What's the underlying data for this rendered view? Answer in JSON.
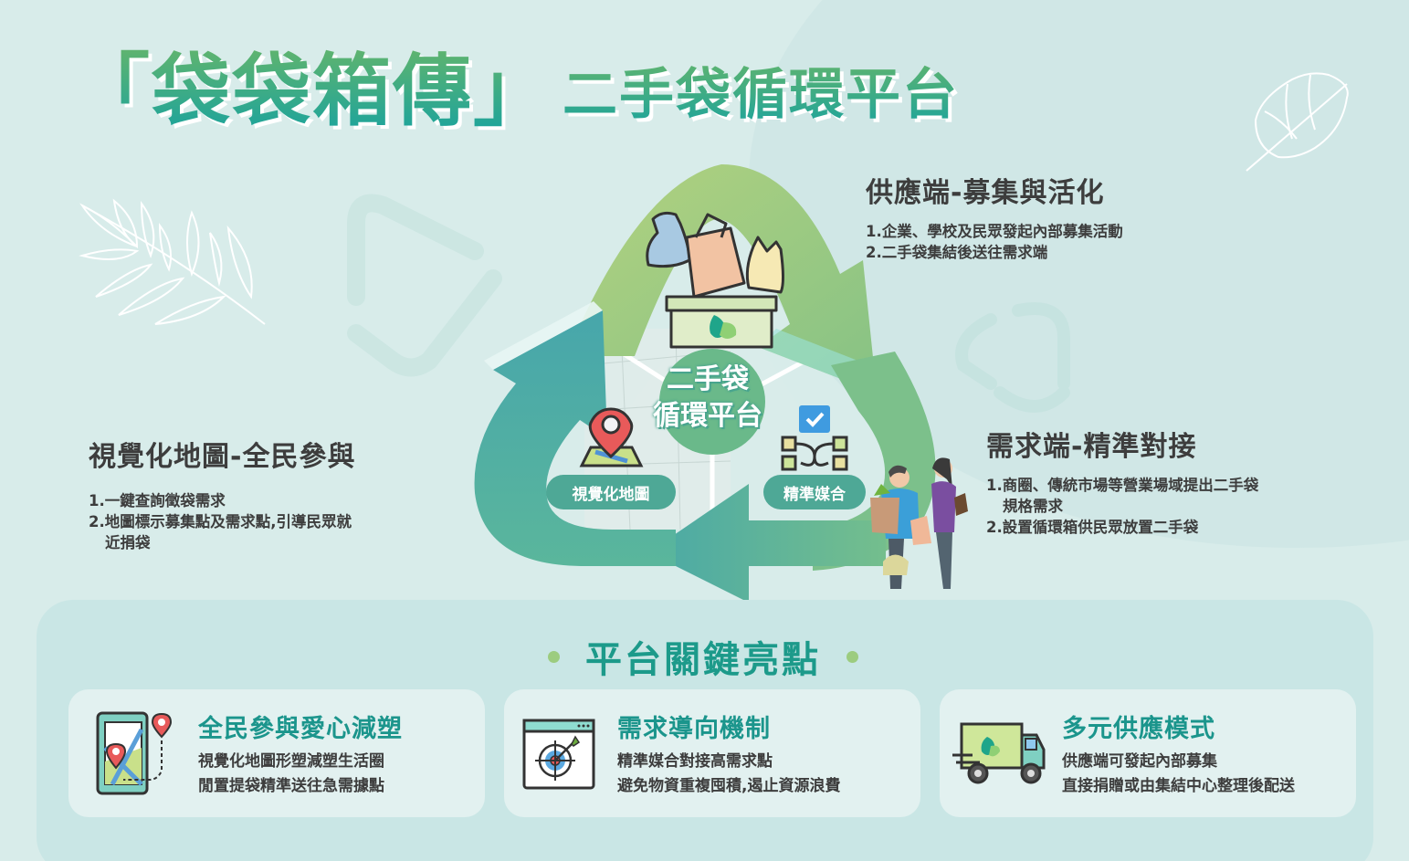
{
  "header": {
    "title_main": "「袋袋箱傳」",
    "title_sub": "二手袋循環平台"
  },
  "supply": {
    "title": "供應端-募集與活化",
    "items": [
      "1.企業、學校及民眾發起內部募集活動",
      "2.二手袋集結後送往需求端"
    ]
  },
  "map_section": {
    "title": "視覺化地圖-全民參與",
    "items": [
      "1.一鍵查詢徵袋需求",
      "2.地圖標示募集點及需求點,引導民眾就",
      "近捐袋"
    ]
  },
  "demand": {
    "title": "需求端-精準對接",
    "items": [
      "1.商圈、傳統市場等營業場域提出二手袋",
      "規格需求",
      "2.設置循環箱供民眾放置二手袋"
    ]
  },
  "cycle": {
    "center_line1": "二手袋",
    "center_line2": "循環平台",
    "pill_map": "視覺化地圖",
    "pill_match": "精準媒合",
    "colors": {
      "green_arrow": "#8fc57e",
      "teal_arrow": "#4aa8a4",
      "pill": "#4ea896"
    }
  },
  "highlights": {
    "heading": "平台關鍵亮點",
    "cards": [
      {
        "icon": "phone-map-icon",
        "title": "全民參與愛心減塑",
        "lines": [
          "視覺化地圖形塑減塑生活圈",
          "閒置提袋精準送往急需據點"
        ]
      },
      {
        "icon": "target-window-icon",
        "title": "需求導向機制",
        "lines": [
          "精準媒合對接高需求點",
          "避免物資重複囤積,遏止資源浪費"
        ]
      },
      {
        "icon": "delivery-truck-icon",
        "title": "多元供應模式",
        "lines": [
          "供應端可發起內部募集",
          "直接捐贈或由集結中心整理後配送"
        ]
      }
    ]
  }
}
